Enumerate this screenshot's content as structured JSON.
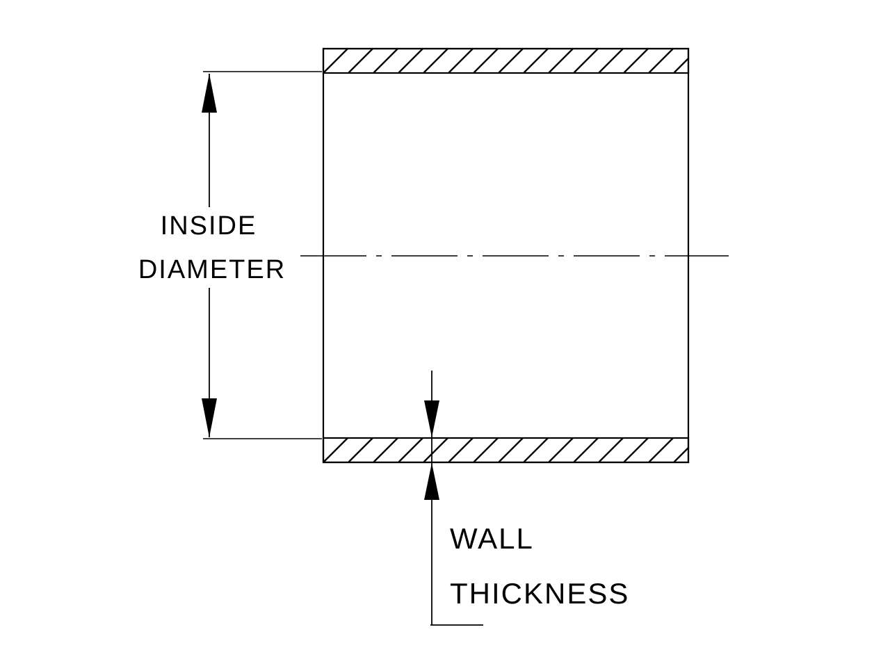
{
  "diagram": {
    "type": "technical-cross-section",
    "subject": "hose-coupler-wall-section",
    "labels": {
      "inside_diameter_line1": "INSIDE",
      "inside_diameter_line2": "DIAMETER",
      "wall_thickness_line1": "WALL",
      "wall_thickness_line2": "THICKNESS"
    },
    "colors": {
      "line": "#000000",
      "background": "#ffffff"
    }
  }
}
